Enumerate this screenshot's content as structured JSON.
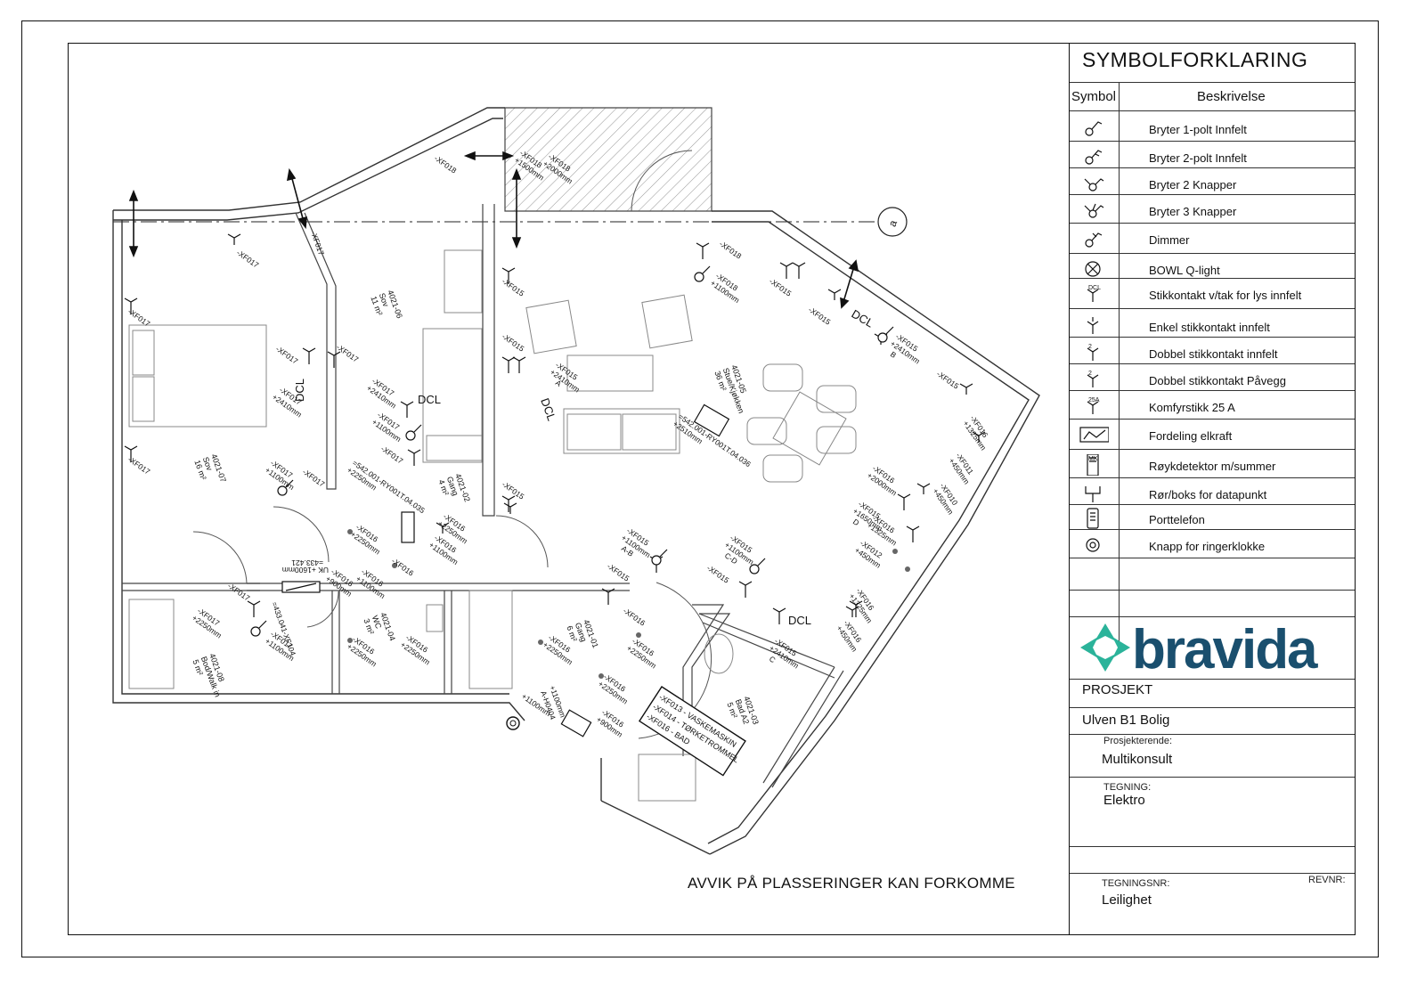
{
  "legend": {
    "title": "SYMBOLFORKLARING",
    "col_symbol": "Symbol",
    "col_description": "Beskrivelse",
    "items": [
      {
        "icon": "switch-1-pole-icon",
        "label": "Bryter 1-polt Innfelt"
      },
      {
        "icon": "switch-2-pole-icon",
        "label": "Bryter 2-polt Innfelt"
      },
      {
        "icon": "switch-2-buttons-icon",
        "label": "Bryter 2 Knapper"
      },
      {
        "icon": "switch-3-buttons-icon",
        "label": "Bryter 3 Knapper"
      },
      {
        "icon": "dimmer-icon",
        "label": "Dimmer"
      },
      {
        "icon": "bowl-light-icon",
        "label": "BOWL Q-light"
      },
      {
        "icon": "ceiling-socket-icon",
        "label": "Stikkontakt v/tak for lys innfelt",
        "tag": "DCL"
      },
      {
        "icon": "single-socket-icon",
        "label": "Enkel stikkontakt innfelt"
      },
      {
        "icon": "double-socket-icon",
        "label": "Dobbel stikkontakt innfelt",
        "tag": "2"
      },
      {
        "icon": "double-socket-surface-icon",
        "label": "Dobbel stikkontakt Påvegg",
        "tag": "2"
      },
      {
        "icon": "stove-socket-icon",
        "label": "Komfyrstikk 25 A",
        "tag": "25A"
      },
      {
        "icon": "distribution-board-icon",
        "label": "Fordeling elkraft"
      },
      {
        "icon": "smoke-detector-icon",
        "label": "Røykdetektor m/summer",
        "tag": "MK"
      },
      {
        "icon": "data-point-icon",
        "label": "Rør/boks for datapunkt"
      },
      {
        "icon": "door-phone-icon",
        "label": "Porttelefon"
      },
      {
        "icon": "doorbell-button-icon",
        "label": "Knapp for ringerklokke"
      }
    ]
  },
  "brand": {
    "name": "bravida",
    "color_text": "#1a4f6e",
    "color_mark": "#2bb39a"
  },
  "title_block": {
    "project_label": "PROSJEKT",
    "project_value": "Ulven B1 Bolig",
    "designer_label": "Prosjekterende:",
    "designer_value": "Multikonsult",
    "drawing_label": "TEGNING:",
    "drawing_value": "Elektro",
    "drawing_no_label": "TEGNINGSNR:",
    "drawing_no_value": "Leilighet",
    "rev_label": "REVNR:"
  },
  "notice": "AVVIK PÅ PLASSERINGER KAN FORKOMME",
  "rooms": [
    {
      "id": "4021-06",
      "name": "Sov",
      "area": "11 m²"
    },
    {
      "id": "4021-07",
      "name": "Sov",
      "area": "16 m²"
    },
    {
      "id": "4021-05",
      "name": "Stue/Kjøkken",
      "area": "36 m²"
    },
    {
      "id": "4021-02",
      "name": "Gang",
      "area": "4 m²"
    },
    {
      "id": "4021-04",
      "name": "WC",
      "area": "3 m²"
    },
    {
      "id": "4021-08",
      "name": "Bod/Walk in",
      "area": "5 m²"
    },
    {
      "id": "4021-01",
      "name": "Gang",
      "area": "6 m²"
    },
    {
      "id": "4021-03",
      "name": "Bad A2",
      "area": "5 m²"
    }
  ],
  "plan_labels": {
    "grid_axis": "a",
    "dcl": "DCL",
    "board_1": "=542.001-RY001T.04.036",
    "board_1_height": "+2510mm",
    "board_2": "=542.001-RY001T.04.035",
    "board_2_height": "+2250mm",
    "board_3": "=433.041-XF104",
    "uk": "UK +1600mm",
    "uk_ref": "=433.421",
    "xf015_a": "-XF015",
    "xf015_a_h": "+2410mm",
    "xf015_a_s": "A",
    "xf015_b_h": "+2410mm",
    "xf015_b_s": "B",
    "xf015_c_h": "+2410mm",
    "xf015_c_s": "C",
    "xf015_ab_h": "+1100mm",
    "xf015_ab_s": "A-B",
    "xf015_cd_h": "+1100mm",
    "xf015_cd_s": "C-D",
    "xf015_d_h": "+1650mm",
    "xf015_d_s": "D",
    "xf016": "-XF016",
    "xf017": "-XF017",
    "xf018": "-XF018",
    "xf011": "-XF011",
    "xf010": "-XF010",
    "xf012": "-XF012",
    "h_1100": "+1100mm",
    "h_1500": "+1500mm",
    "h_2000": "+2000mm",
    "h_2250": "+2250mm",
    "h_2410": "+2410mm",
    "h_450": "+450mm",
    "h_900": "+900mm",
    "h_1325": "+1325mm",
    "intercom_h": "+1100mm",
    "intercom_id": "A-H0404",
    "bell_h": "+1100mm",
    "wash_1": "-XF013 - VASKEMASKIN",
    "wash_2": "-XF014 - TØRKETROMMEL",
    "wash_3": "-XF016 - BAD"
  }
}
